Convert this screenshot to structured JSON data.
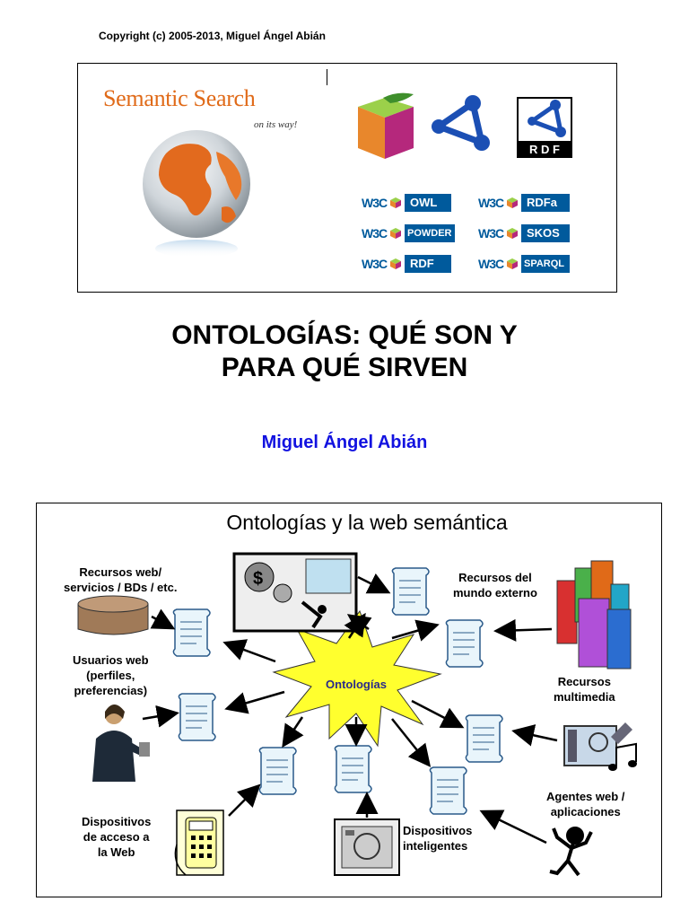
{
  "header": {
    "copyright": "Copyright (c) 2005-2013, Miguel Ángel Abián"
  },
  "banner": {
    "semantic_search_title": "Semantic Search",
    "semantic_search_subtitle": "on its way!",
    "rdf_logo_text": "R D F",
    "w3c_mark": "W3C",
    "badges": [
      "OWL",
      "RDFa",
      "POWDER",
      "SKOS",
      "RDF",
      "SPARQL"
    ],
    "icons": [
      "globe-icon",
      "semantic-web-cube-icon",
      "rdf-graph-icon",
      "rdf-logo-icon"
    ]
  },
  "document": {
    "title_line1": "ONTOLOGÍAS: QUÉ SON Y",
    "title_line2": "PARA QUÉ SIRVEN",
    "author": "Miguel Ángel Abián"
  },
  "diagram": {
    "title": "Ontologías y la web semántica",
    "center": "Ontologías",
    "labels": {
      "recursos_web": [
        "Recursos web/",
        "servicios / BDs / etc."
      ],
      "recursos_mundo": [
        "Recursos del",
        "mundo externo"
      ],
      "usuarios": [
        "Usuarios web",
        "(perfiles,",
        "preferencias)"
      ],
      "multimedia": [
        "Recursos",
        "multimedia"
      ],
      "agentes": [
        "Agentes web /",
        "aplicaciones"
      ],
      "dispositivos_acceso": [
        "Dispositivos",
        "de acceso a",
        "la Web"
      ],
      "dispositivos_inteligentes": [
        "Dispositivos",
        "inteligentes"
      ]
    }
  },
  "colors": {
    "orange": "#e06a18",
    "w3c_blue": "#005a9c",
    "author_blue": "#1212e0",
    "star_yellow": "#ffff2e"
  }
}
